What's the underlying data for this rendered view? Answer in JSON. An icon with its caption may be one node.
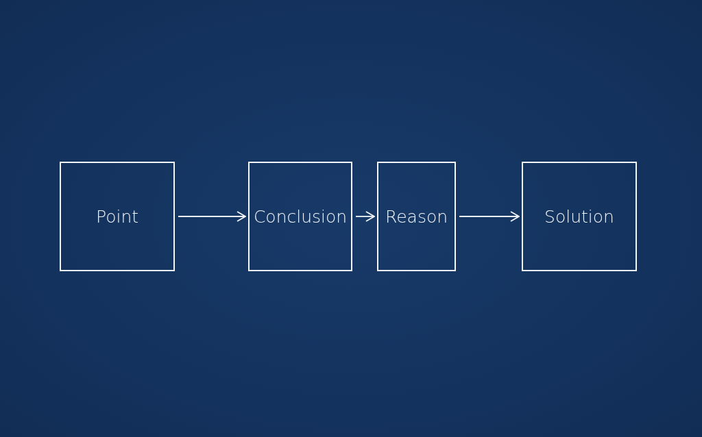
{
  "diagram": {
    "nodes": [
      {
        "text": [
          "Point"
        ]
      },
      {
        "text": [
          "Conclusion"
        ]
      },
      {
        "text": [
          "Reason"
        ]
      },
      {
        "text": [
          "Solution"
        ]
      }
    ],
    "edges": [
      {
        "from": 0,
        "to": 1,
        "arrow": "to"
      },
      {
        "from": 1,
        "to": 2,
        "arrow": "to"
      },
      {
        "from": 2,
        "to": 3,
        "arrow": "to"
      }
    ]
  }
}
